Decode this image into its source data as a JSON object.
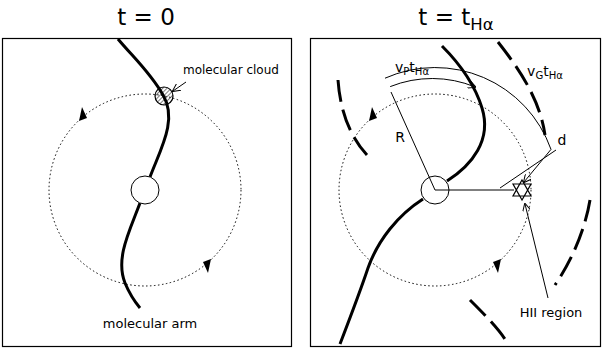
{
  "diagram": {
    "labels": [
      "t = 0",
      "t = tHα",
      "molecular cloud",
      "molecular arm",
      "R",
      "vPtHα",
      "vGtHα",
      "d",
      "HII region"
    ]
  }
}
